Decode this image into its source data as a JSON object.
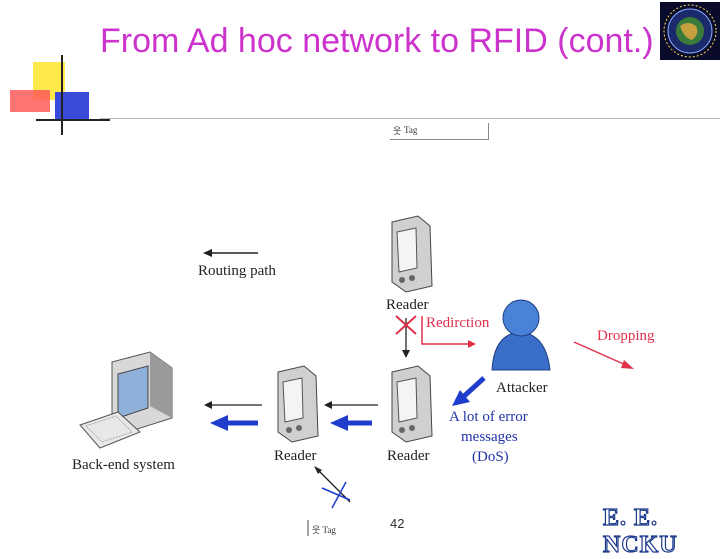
{
  "slide": {
    "title": "From Ad hoc network to RFID (cont.)",
    "page_number": "42",
    "footer_logo_text": "E. E. NCKU"
  },
  "diagram": {
    "tag_legend_top": "Tag",
    "tag_legend_bottom": "Tag",
    "routing_path_label": "Routing path",
    "reader_top_label": "Reader",
    "reader_mid_label": "Reader",
    "reader_right_label": "Reader",
    "redirection_label": "Redirction",
    "dropping_label": "Dropping",
    "attacker_label": "Attacker",
    "backend_label": "Back-end system",
    "error_msg_line1": "A lot of error",
    "error_msg_line2": "messages",
    "error_msg_line3": "(DoS)"
  },
  "colors": {
    "title": "#cc33cc",
    "arrow_blue": "#1f3ccc",
    "arrow_red": "#e0304a",
    "attacker_blue": "#3a6ec8",
    "deco_yellow": "#ffe84a",
    "deco_red": "#ff4a4a",
    "deco_blue": "#3a4ad8"
  }
}
